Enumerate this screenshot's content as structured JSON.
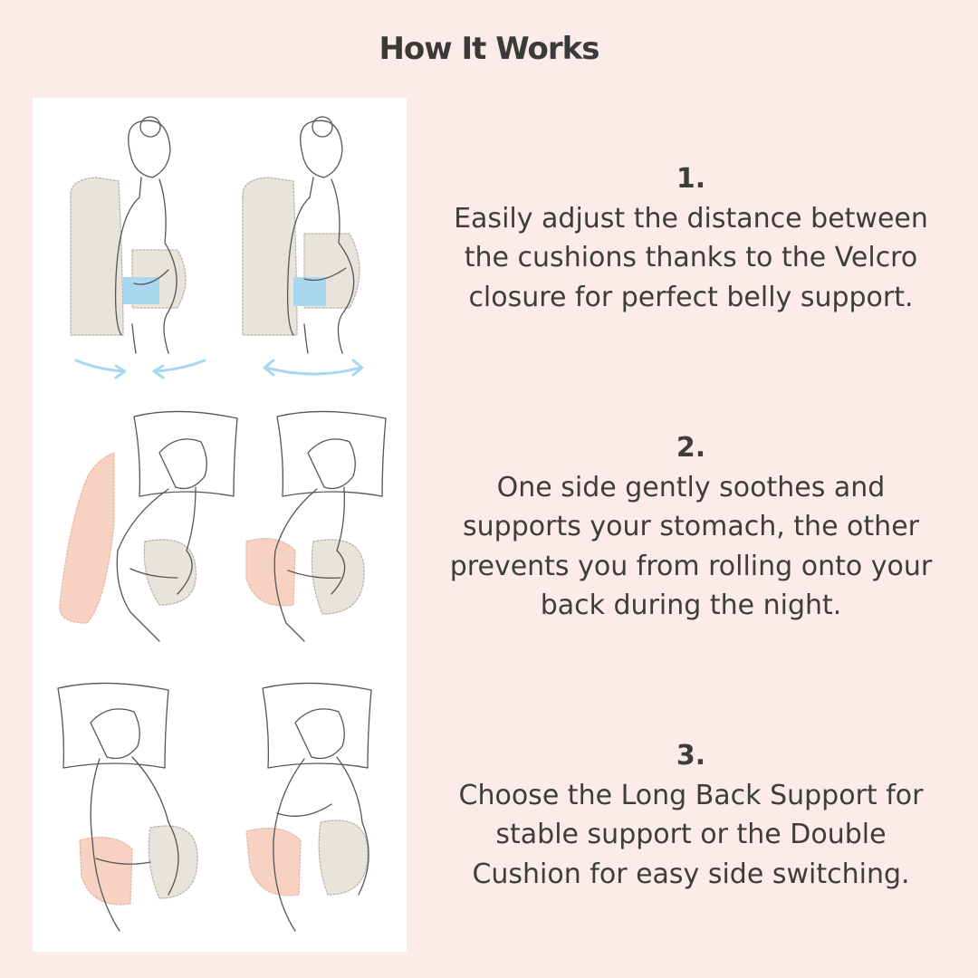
{
  "header": {
    "title": "How It Works"
  },
  "steps": [
    {
      "number": "1.",
      "lines": [
        "Easily adjust the distance between",
        "the cushions thanks to the Velcro",
        "closure for perfect belly support."
      ]
    },
    {
      "number": "2.",
      "lines": [
        "One side gently soothes and",
        "supports your stomach, the other",
        "prevents you from rolling onto your",
        "back during the night."
      ]
    },
    {
      "number": "3.",
      "lines": [
        "Choose the Long Back Support for",
        "stable support or the Double",
        "Cushion for easy side switching."
      ]
    }
  ],
  "colors": {
    "background": "#fcebe9",
    "panel": "#ffffff",
    "cushion_beige": "#e8e3db",
    "cushion_peach": "#f7d2c3",
    "velcro_blue": "#a9d7ee",
    "line": "#555555"
  }
}
